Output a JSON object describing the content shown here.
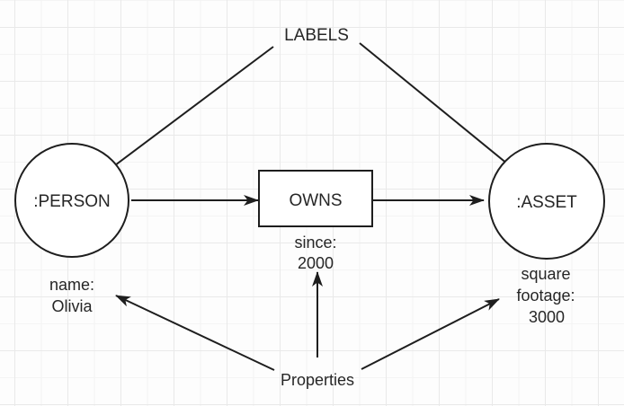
{
  "canvas": {
    "background_color": "#fdfdfd",
    "grid_minor_color": "#f4f4f4",
    "grid_major_color": "#e9e9e9",
    "stroke_color": "#1e1e1e",
    "text_color": "#262626",
    "node_fill": "#ffffff"
  },
  "diagram": {
    "labels_title": "LABELS",
    "properties_title": "Properties",
    "nodes": [
      {
        "id": "person",
        "shape": "circle",
        "label": ":PERSON"
      },
      {
        "id": "asset",
        "shape": "circle",
        "label": ":ASSET"
      }
    ],
    "relationship": {
      "id": "owns",
      "shape": "rectangle",
      "label": "OWNS"
    },
    "annotations": [
      {
        "for": "person",
        "lines": [
          "name:",
          "Olivia"
        ]
      },
      {
        "for": "relationship",
        "lines": [
          "since:",
          "2000"
        ]
      },
      {
        "for": "asset",
        "lines": [
          "square",
          "footage:",
          "3000"
        ]
      }
    ],
    "arrows": [
      {
        "from": "LABELS",
        "to": ":PERSON"
      },
      {
        "from": "LABELS",
        "to": ":ASSET"
      },
      {
        "from": ":PERSON",
        "to": "OWNS"
      },
      {
        "from": "OWNS",
        "to": ":ASSET"
      },
      {
        "from": "Properties",
        "to": "name: Olivia"
      },
      {
        "from": "Properties",
        "to": "since: 2000"
      },
      {
        "from": "Properties",
        "to": "square footage: 3000"
      }
    ]
  }
}
